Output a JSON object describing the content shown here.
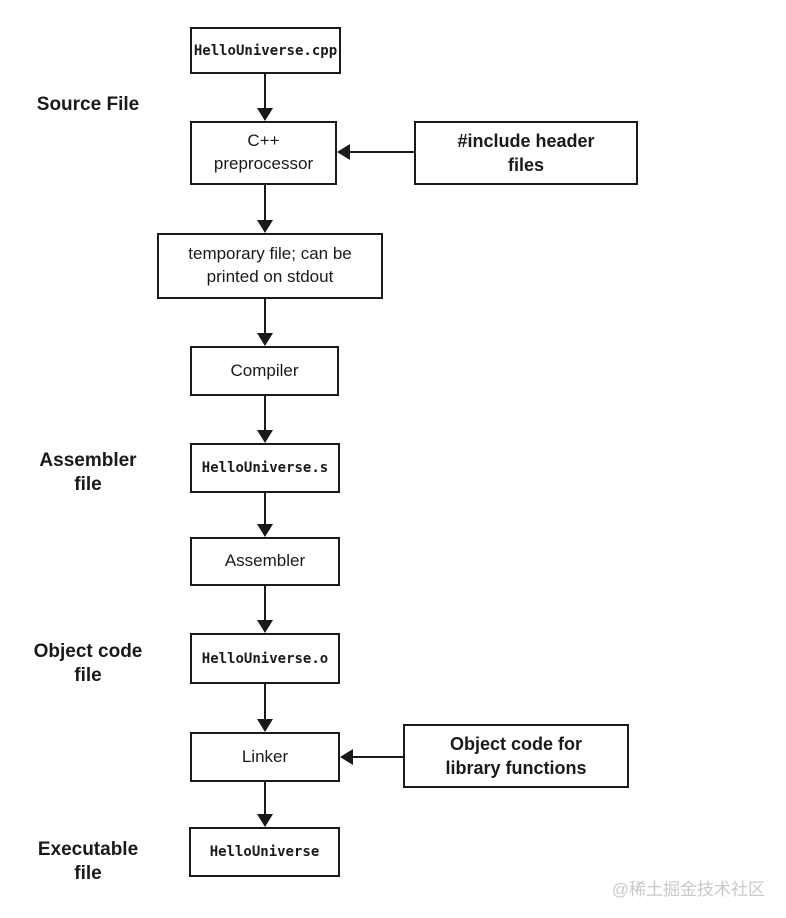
{
  "colors": {
    "background": "#ffffff",
    "stroke": "#1a1a1a",
    "watermark": "#c9c9c9"
  },
  "side_labels": {
    "source": {
      "lines": [
        "Source File"
      ]
    },
    "assembler": {
      "lines": [
        "Assembler",
        "file"
      ]
    },
    "object_code": {
      "lines": [
        "Object code",
        "file"
      ]
    },
    "executable": {
      "lines": [
        "Executable",
        "file"
      ]
    }
  },
  "boxes": {
    "source_file": {
      "text": "HelloUniverse.cpp"
    },
    "preprocessor": {
      "lines": [
        "C++",
        "preprocessor"
      ]
    },
    "include_headers": {
      "lines": [
        "#include header",
        "files"
      ]
    },
    "temp_file": {
      "lines": [
        "temporary file; can be",
        "printed on stdout"
      ]
    },
    "compiler": {
      "text": "Compiler"
    },
    "assembler_file": {
      "text": "HelloUniverse.s"
    },
    "assembler": {
      "text": "Assembler"
    },
    "object_file": {
      "text": "HelloUniverse.o"
    },
    "linker": {
      "text": "Linker"
    },
    "library_objects": {
      "lines": [
        "Object code for",
        "library functions"
      ]
    },
    "executable": {
      "text": "HelloUniverse"
    }
  },
  "watermark": {
    "text": "@稀土掘金技术社区"
  }
}
